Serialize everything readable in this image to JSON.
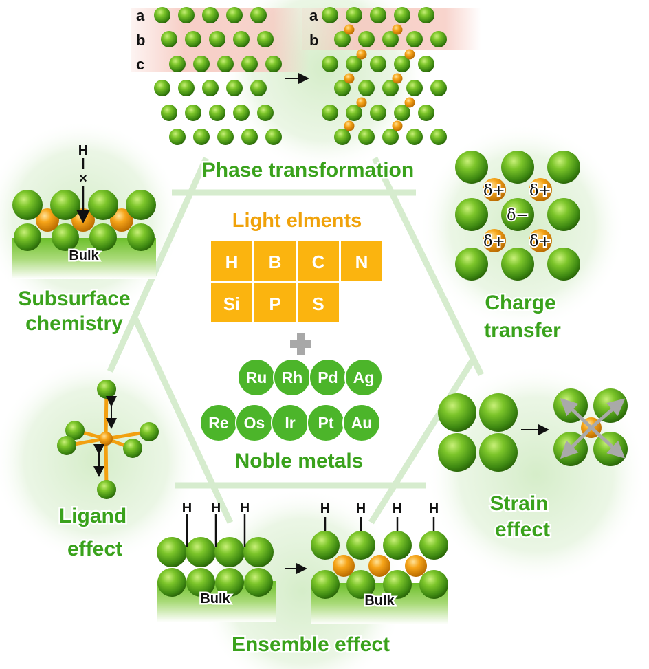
{
  "colors": {
    "green_text": "#3aa21c",
    "orange_text": "#f0a20a",
    "element_tile": "#fbb40f",
    "metal_circle": "#4cb52a",
    "plus": "#a8a8a8",
    "hexagon_line": "#d8ecd0",
    "stacking_band": "#f6c9c0"
  },
  "center": {
    "light_title": "Light elments",
    "light_elements": [
      "H",
      "B",
      "C",
      "N",
      "Si",
      "P",
      "S"
    ],
    "plus_symbol": "+",
    "noble_title": "Noble metals",
    "noble_metals_row1": [
      "Ru",
      "Rh",
      "Pd",
      "Ag"
    ],
    "noble_metals_row2": [
      "Re",
      "Os",
      "Ir",
      "Pt",
      "Au"
    ]
  },
  "panels": {
    "phase": {
      "title": "Phase transformation",
      "left_rows": [
        "a",
        "b",
        "c"
      ],
      "right_rows": [
        "a",
        "b"
      ]
    },
    "subsurface": {
      "title_line1": "Subsurface",
      "title_line2": "chemistry",
      "h_label": "H",
      "blocked_mark": "×",
      "bulk_label": "Bulk"
    },
    "charge": {
      "title_line1": "Charge",
      "title_line2": "transfer",
      "positive": "δ+",
      "negative": "δ−"
    },
    "ligand": {
      "title_line1": "Ligand",
      "title_line2": "effect"
    },
    "strain": {
      "title_line1": "Strain",
      "title_line2": "effect"
    },
    "ensemble": {
      "title": "Ensemble effect",
      "h_label": "H",
      "bulk_label": "Bulk"
    }
  }
}
